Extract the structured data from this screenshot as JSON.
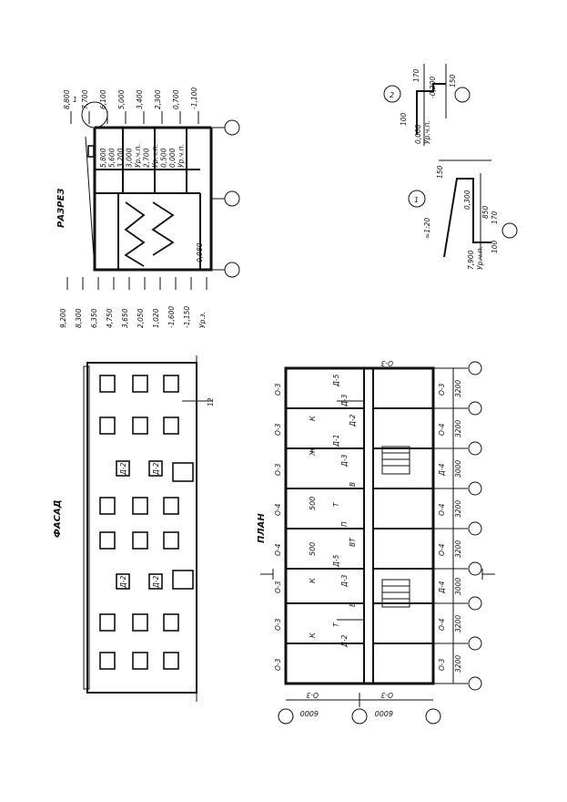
{
  "titles": {
    "section": "РАЗРЕЗ",
    "facade": "ФАСАД",
    "plan": "ПЛАН"
  },
  "section": {
    "top_levels": [
      "8,800",
      "7,700",
      "6,100",
      "5,000",
      "3,400",
      "2,300",
      "0,700",
      "-1,100"
    ],
    "bottom_levels": [
      "9,200",
      "8,300",
      "6,350",
      "4,750",
      "3,650",
      "2,050",
      "1,020",
      "-1,600",
      "-1,150",
      "Ур.з."
    ],
    "inner_levels": [
      "5,800",
      "5,600",
      "3,200",
      "3,000",
      "Ур.ч.п.",
      "2,700",
      "Ур.ч.п.",
      "0,500",
      "0,000",
      "Ур.ч.п."
    ],
    "stair_note": "0,980",
    "callout": "1"
  },
  "details": {
    "d2": {
      "marker": "2",
      "levels": [
        "-0,200",
        "0,000",
        "Ур.ч.п."
      ],
      "dims": [
        "170",
        "150",
        "100"
      ]
    },
    "d1": {
      "marker": "1",
      "levels": [
        "0,300",
        "7,900",
        "Ур.ч.п."
      ],
      "dims": [
        "150",
        "850",
        "170",
        "100"
      ],
      "slope": "≈1:20"
    }
  },
  "facade": {
    "axis": "12",
    "door_labels": [
      "Д-2",
      "Д-2",
      "Д-2",
      "Д-2"
    ]
  },
  "plan": {
    "window_top": [
      "О-3",
      "О-3",
      "О-3",
      "О-4",
      "О-4",
      "О-3",
      "О-3",
      "О-3"
    ],
    "window_bottom": [
      "О-3",
      "О-4",
      "Д-4",
      "О-4",
      "О-4",
      "Д-4",
      "О-4",
      "О-3"
    ],
    "bay_dims": [
      "3200",
      "3200",
      "3000",
      "3200",
      "3200",
      "3000",
      "3200",
      "3200"
    ],
    "end_dims": [
      "6000",
      "6000"
    ],
    "end_windows": [
      "О-3",
      "О-3",
      "О-3"
    ],
    "room_labels": [
      "К",
      "Ж",
      "500",
      "500",
      "К",
      "К"
    ],
    "door_marks": [
      "Д-5",
      "Д-3",
      "Д-2",
      "Д-1",
      "Д-3",
      "В",
      "Т",
      "П",
      "ВТ",
      "Д-5",
      "Д-3",
      "В",
      "Т",
      "Д-2"
    ]
  }
}
